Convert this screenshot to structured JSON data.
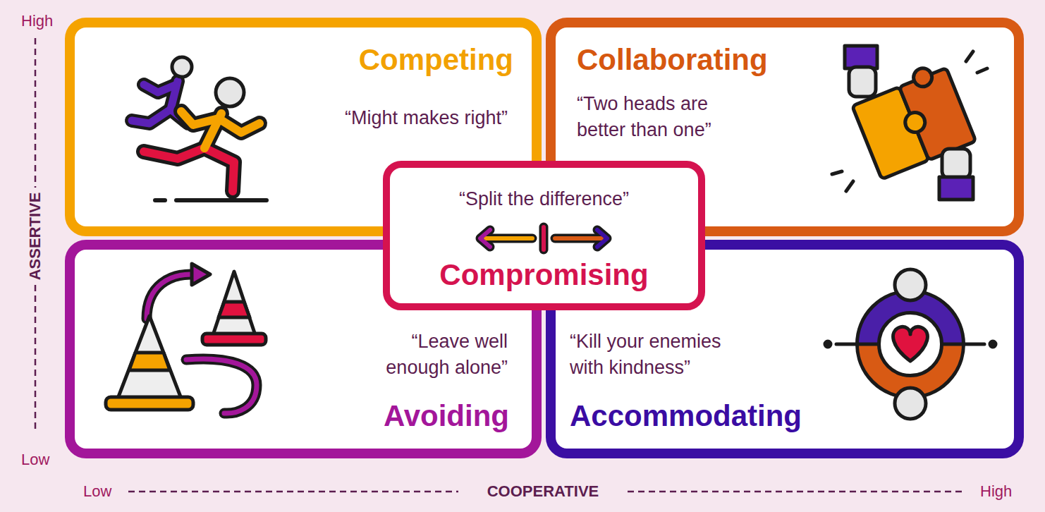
{
  "diagram": {
    "nodes": [
      {
        "text": [
          "Competing",
          "“Might makes right”"
        ]
      },
      {
        "text": [
          "Collaborating",
          "“Two heads are better than one”"
        ]
      },
      {
        "text": [
          "“Split the difference”",
          "Compromising"
        ]
      },
      {
        "text": [
          "“Leave well enough alone”",
          "Avoiding"
        ]
      },
      {
        "text": [
          "“Kill your enemies with kindness”",
          "Accommodating"
        ]
      }
    ],
    "labels": [
      "High",
      "ASSERTIVE",
      "Low",
      "Low",
      "COOPERATIVE",
      "High"
    ]
  }
}
